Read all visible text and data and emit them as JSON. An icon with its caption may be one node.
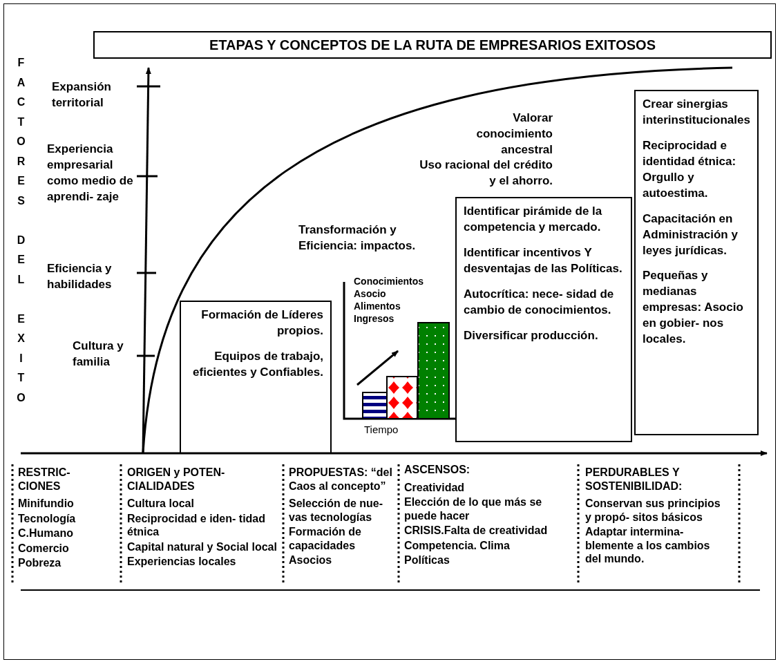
{
  "diagram": {
    "title": "ETAPAS Y CONCEPTOS DE LA RUTA DE EMPRESARIOS EXITOSOS",
    "nodes": [
      {
        "text": [
          "Formación de Líderes propios.",
          "Equipos de trabajo, eficientes y Confiables."
        ]
      },
      {
        "text": [
          "Identificar pirámide de la competencia y mercado.",
          "Identificar incentivos Y desventajas de las Políticas.",
          "Autocrítica: nece- sidad de cambio de conocimientos.",
          "Diversificar producción."
        ]
      },
      {
        "text": [
          "Crear sinergias interinstitucionales",
          "Reciprocidad e identidad étnica: Orgullo y autoestima.",
          "Capacitación en Administración y leyes jurídicas.",
          "Pequeñas y medianas empresas: Asocio en gobier- nos locales."
        ]
      },
      {
        "text": [
          "RESTRIC- CIONES",
          "Minifundio",
          "Tecnología",
          "C.Humano",
          "Comercio",
          "Pobreza"
        ]
      },
      {
        "text": [
          "ORIGEN y POTEN- CIALIDADES",
          "Cultura local",
          "Reciprocidad e iden- tidad étnica",
          "Capital natural y Social local",
          "Experiencias locales"
        ]
      },
      {
        "text": [
          "PROPUESTAS: “del Caos al concepto”",
          "Selección de nue- vas tecnologías",
          "Formación de capacidades",
          "Asocios"
        ]
      },
      {
        "text": [
          "ASCENSOS:",
          "Creatividad",
          "Elección de lo que más se puede hacer",
          "CRISIS.Falta de creatividad",
          "Competencia. Clima",
          "Políticas"
        ]
      },
      {
        "text": [
          "PERDURABLES Y SOSTENIBILIDAD:",
          "Conservan sus principios y propó- sitos básicos",
          "Adaptar intermina- blemente a los cambios del mundo."
        ]
      }
    ],
    "edges": [],
    "labels": [
      "FACTORES DEL EXITO",
      "Expansión territorial",
      "Valorar conocimiento ancestral",
      "Uso racional del crédito y el ahorro.",
      "Experiencia empresarial como medio de aprendi- zaje",
      "Transformación y Eficiencia: impactos.",
      "Conocimientos",
      "Asocio",
      "Alimentos",
      "Ingresos",
      "Eficiencia y habilidades",
      "Cultura y familia",
      "Tiempo"
    ]
  }
}
